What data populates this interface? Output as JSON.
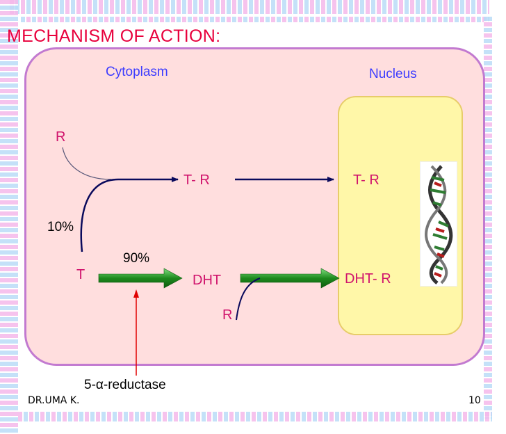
{
  "title": "MECHANISM OF ACTION:",
  "compartments": {
    "cytoplasm": "Cytoplasm",
    "nucleus": "Nucleus"
  },
  "nodes": {
    "r_top": "R",
    "t_r_cytoplasm": "T- R",
    "t_r_nucleus": "T- R",
    "t": "T",
    "dht": "DHT",
    "dht_r": "DHT- R",
    "r_bottom": "R"
  },
  "percentages": {
    "ten": "10%",
    "ninety": "90%"
  },
  "enzyme": {
    "prefix": "5-",
    "symbol": "α",
    "suffix": "-reductase"
  },
  "footer": {
    "author": "DR.UMA K.",
    "page": "10"
  },
  "colors": {
    "title": "#e8003c",
    "compartment_label": "#3c3cff",
    "node_label": "#d0136c",
    "arrow_navy": "#0a0a5c",
    "arrow_green": "#1e8a1e",
    "enzyme_arrow": "#e00000"
  },
  "icons": [
    "dna-helix-image"
  ]
}
